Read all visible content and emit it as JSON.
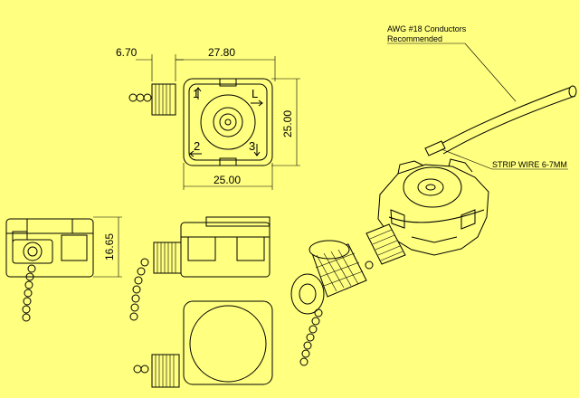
{
  "dimensions": {
    "offset": "6.70",
    "width_top": "27.80",
    "height_right": "25.00",
    "width_bottom": "25.00",
    "side_height": "16.65"
  },
  "terminal_marks": [
    "1",
    "L",
    "2",
    "3"
  ],
  "notes": {
    "wire_line1": "AWG #18 Conductors",
    "wire_line2": "Recommended",
    "strip": "STRIP WIRE 6-7MM"
  },
  "colors": {
    "background": "#ffff80",
    "line": "#000000"
  }
}
